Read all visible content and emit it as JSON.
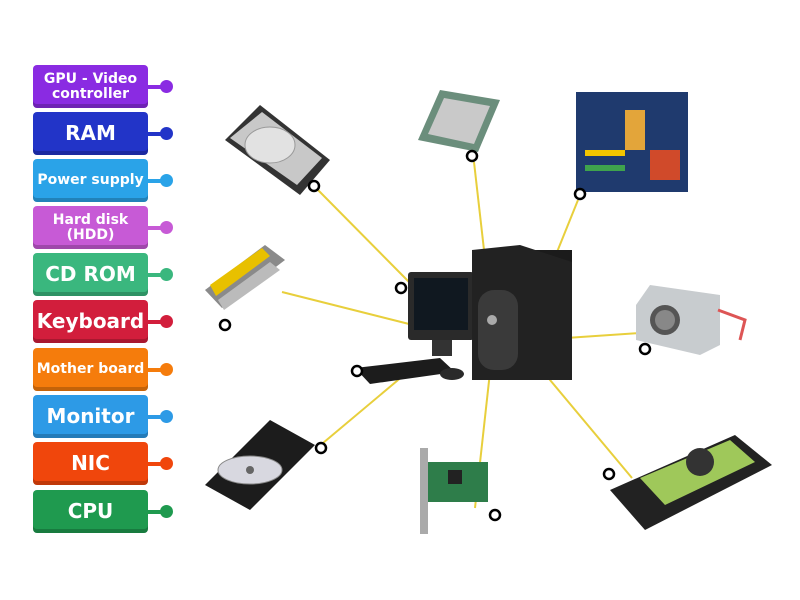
{
  "labels": [
    {
      "text": "GPU - Video controller",
      "color": "#8a2be2",
      "big": false
    },
    {
      "text": "RAM",
      "color": "#2234c8",
      "big": true
    },
    {
      "text": "Power supply",
      "color": "#2aa3e8",
      "big": false
    },
    {
      "text": "Hard disk (HDD)",
      "color": "#c75ad6",
      "big": false
    },
    {
      "text": "CD ROM",
      "color": "#3ab77e",
      "big": true
    },
    {
      "text": "Keyboard",
      "color": "#d21e3c",
      "big": true
    },
    {
      "text": "Mother board",
      "color": "#f57c0c",
      "big": false
    },
    {
      "text": "Monitor",
      "color": "#2d9ae6",
      "big": true
    },
    {
      "text": "NIC",
      "color": "#f0460c",
      "big": true
    },
    {
      "text": "CPU",
      "color": "#1f9a4f",
      "big": true
    }
  ],
  "connector_color": "#e8cf3c",
  "drop_targets": [
    "hard-disk",
    "cpu",
    "motherboard",
    "monitor",
    "ram",
    "power-supply",
    "keyboard",
    "cd-rom",
    "gpu",
    "nic"
  ]
}
